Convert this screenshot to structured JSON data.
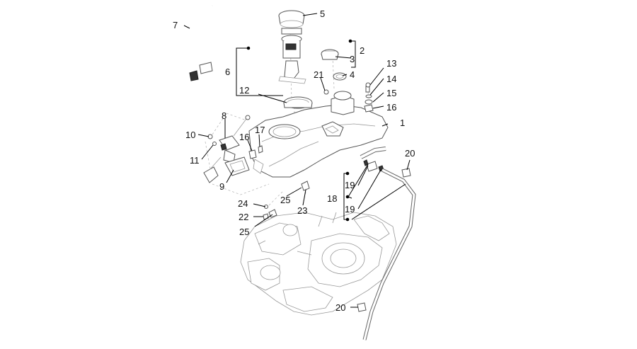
{
  "callouts": {
    "c1": "1",
    "c2": "2",
    "c3": "3",
    "c4": "4",
    "c5": "5",
    "c6": "6",
    "c7": "7",
    "c8": "8",
    "c9": "9",
    "c10": "10",
    "c11": "11",
    "c12": "12",
    "c13": "13",
    "c14": "14",
    "c15": "15",
    "c16a": "16",
    "c16b": "16",
    "c17": "17",
    "c18": "18",
    "c19a": "19",
    "c19b": "19",
    "c20a": "20",
    "c20b": "20",
    "c21": "21",
    "c22": "22",
    "c23": "23",
    "c24": "24",
    "c25a": "25",
    "c25b": "25"
  }
}
